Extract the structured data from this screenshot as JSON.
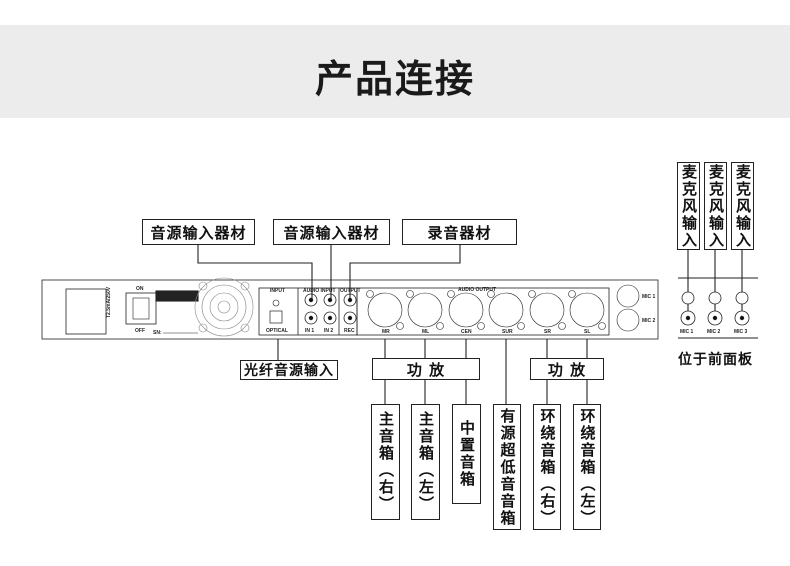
{
  "title": "产品连接",
  "sources": [
    "音源输入器材",
    "音源输入器材",
    "录音器材"
  ],
  "optical_label": "光纤音源输入",
  "amp_labels": [
    "功 放",
    "功 放"
  ],
  "speakers": [
    "主音箱（右）",
    "主音箱（左）",
    "中置音箱",
    "有源超低音音箱",
    "环绕音箱（右）",
    "环绕音箱（左）"
  ],
  "mic_inputs": [
    "麦克风输入",
    "麦克风输入",
    "麦克风输入"
  ],
  "front_panel_note": "位于前面板",
  "panel": {
    "power_on": "ON",
    "power_off": "OFF",
    "sn": "SN:",
    "input_label": "INPUT",
    "optical": "OPTICAL",
    "audio_input": "AUDIO INPUT",
    "output": "OUTPUT",
    "in1": "IN 1",
    "in2": "IN 2",
    "rec": "REC",
    "audio_output": "AUDIO OUTPUT",
    "outputs": [
      "MR",
      "ML",
      "CEN",
      "SUR",
      "SR",
      "SL"
    ],
    "mics": [
      "MIC 1",
      "MIC 2"
    ],
    "voltage": "T2.5mA/250V"
  },
  "front_mics": [
    "MIC 1",
    "MIC 2",
    "MIC 3"
  ]
}
